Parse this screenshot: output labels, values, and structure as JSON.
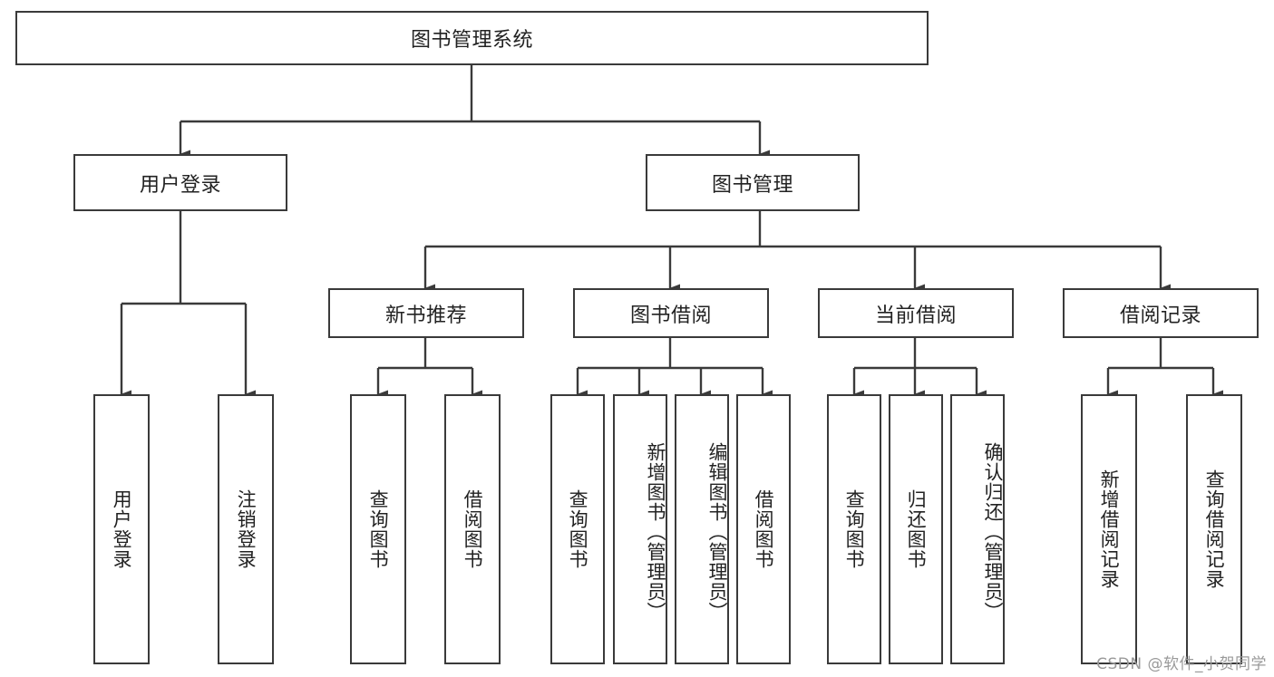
{
  "diagram": {
    "title": "图书管理系统",
    "type": "tree-hierarchy-chart",
    "root": {
      "label": "图书管理系统"
    },
    "level1": [
      {
        "label": "用户登录"
      },
      {
        "label": "图书管理"
      }
    ],
    "level2": [
      {
        "label": "新书推荐"
      },
      {
        "label": "图书借阅"
      },
      {
        "label": "当前借阅"
      },
      {
        "label": "借阅记录"
      }
    ],
    "leaves": {
      "user_login": [
        {
          "label": "用户登录"
        },
        {
          "label": "注销登录"
        }
      ],
      "new_book_recommend": [
        {
          "label": "查询图书"
        },
        {
          "label": "借阅图书"
        }
      ],
      "book_borrow": [
        {
          "label": "查询图书"
        },
        {
          "label": "新增图书（管理员）"
        },
        {
          "label": "编辑图书（管理员）"
        },
        {
          "label": "借阅图书"
        }
      ],
      "current_borrow": [
        {
          "label": "查询图书"
        },
        {
          "label": "归还图书"
        },
        {
          "label": "确认归还（管理员）"
        }
      ],
      "borrow_record": [
        {
          "label": "新增借阅记录"
        },
        {
          "label": "查询借阅记录"
        }
      ]
    }
  },
  "watermark": {
    "text": "CSDN @软件_小贺同学"
  },
  "colors": {
    "stroke": "#3a3a3a",
    "background": "#ffffff",
    "text": "#222222",
    "watermark": "#9a9a9a"
  }
}
